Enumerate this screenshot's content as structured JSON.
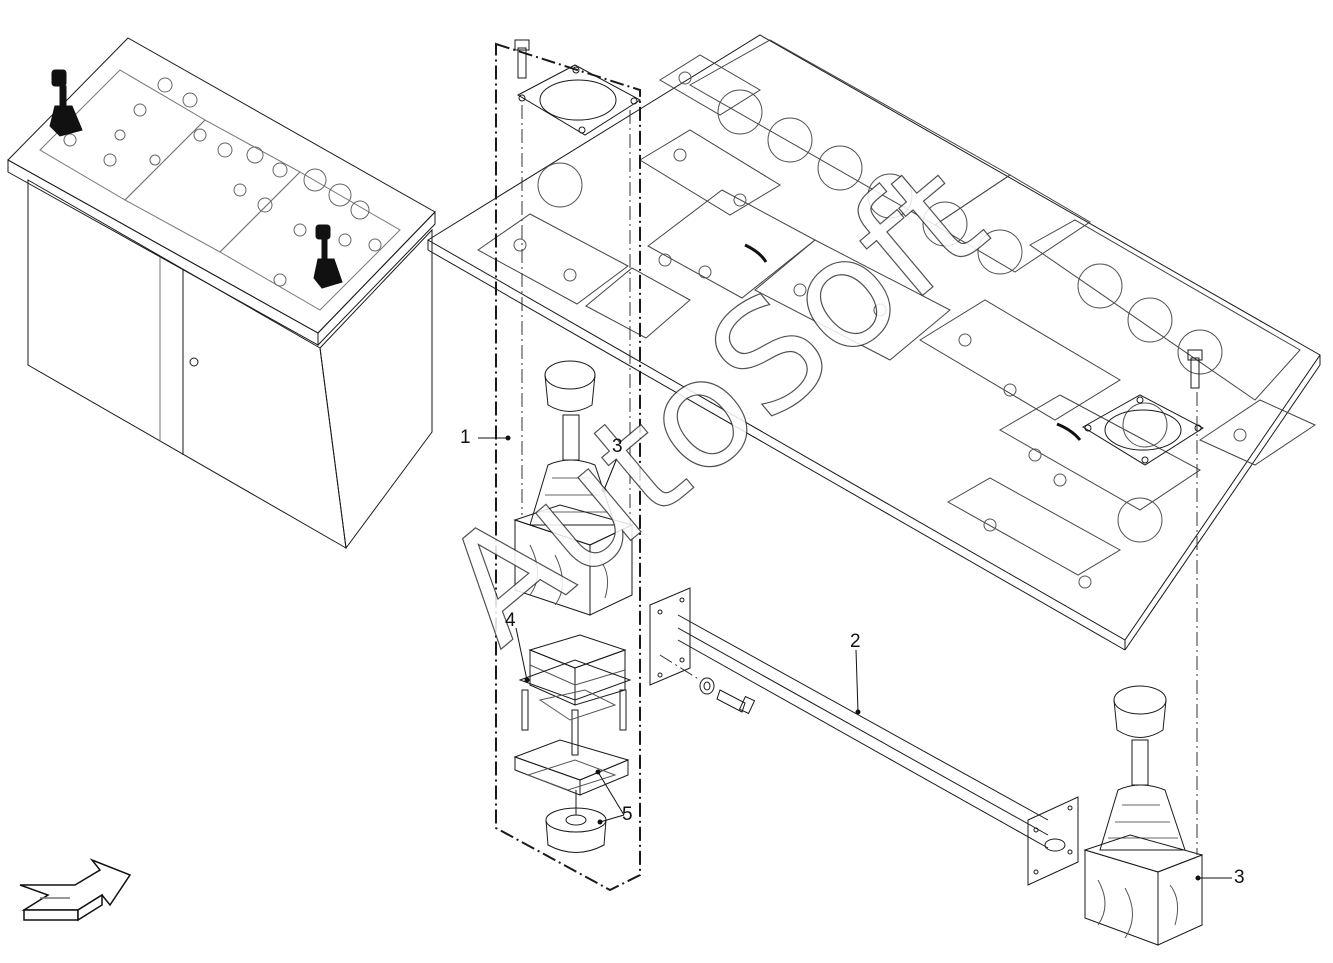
{
  "watermark": "AutoSoft",
  "callouts": [
    {
      "id": "c1",
      "label": "1"
    },
    {
      "id": "c2",
      "label": "2"
    },
    {
      "id": "c3a",
      "label": "3"
    },
    {
      "id": "c3b",
      "label": "3"
    },
    {
      "id": "c4",
      "label": "4"
    },
    {
      "id": "c5",
      "label": "5"
    }
  ],
  "colors": {
    "line": "#1a1a1a",
    "light_line": "#555555",
    "fill_dark": "#111111",
    "watermark": "#ffffff"
  }
}
